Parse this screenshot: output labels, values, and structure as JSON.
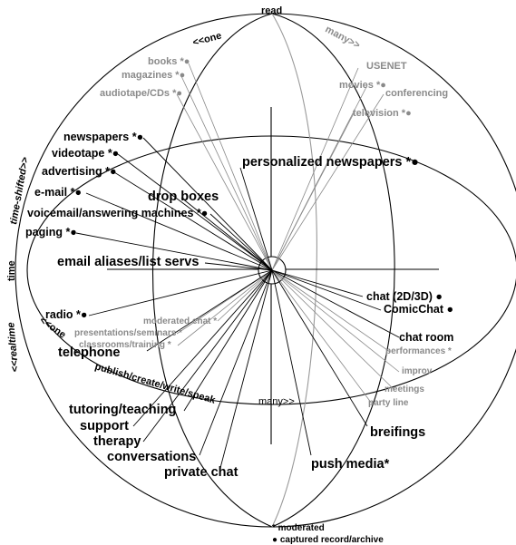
{
  "axes": {
    "top": "read",
    "left": "time",
    "many_top": "many>>",
    "one_top": "<<one",
    "time_shifted": "time-shifted>>",
    "realtime": "<<realtime",
    "one_bottom": "<<one",
    "many_bottom": "many>>",
    "publish": "publish/create/write/speak"
  },
  "gray_items": {
    "books": "books *●",
    "magazines": "magazines *●",
    "audiotape": "audiotape/CDs *●",
    "usenet": "USENET",
    "movies": "movies *●",
    "conferencing": "conferencing",
    "television": "television *●",
    "moderated_chat": "moderated chat *",
    "presentations": "presentations/seminars *",
    "classroom": "classrooms/training *",
    "performances": "performances *",
    "improv": "improv",
    "meetings": "meetings",
    "party_line": "party line"
  },
  "black_items": {
    "newspapers": "newspapers *●",
    "videotape": "videotape *●",
    "advertising": "advertising *●",
    "email": "e-mail *●",
    "voicemail": "voicemail/answering machines *●",
    "paging": "paging *●",
    "radio": "radio *●",
    "chat_2d3d": "chat (2D/3D) ●",
    "comicchat": "ComicChat ●",
    "chat_room": "chat room"
  },
  "big_items": {
    "personalized": "personalized newspapers *●",
    "drop_boxes": "drop boxes",
    "email_aliases": "email aliases/list servs",
    "telephone": "telephone",
    "tutoring": "tutoring/teaching",
    "support": "support",
    "therapy": "therapy",
    "conversations": "conversations",
    "private_chat": "private chat",
    "push_media": "push media*",
    "breifings": "breifings"
  },
  "legend": {
    "moderated": "* moderated",
    "captured": "● captured record/archive"
  }
}
